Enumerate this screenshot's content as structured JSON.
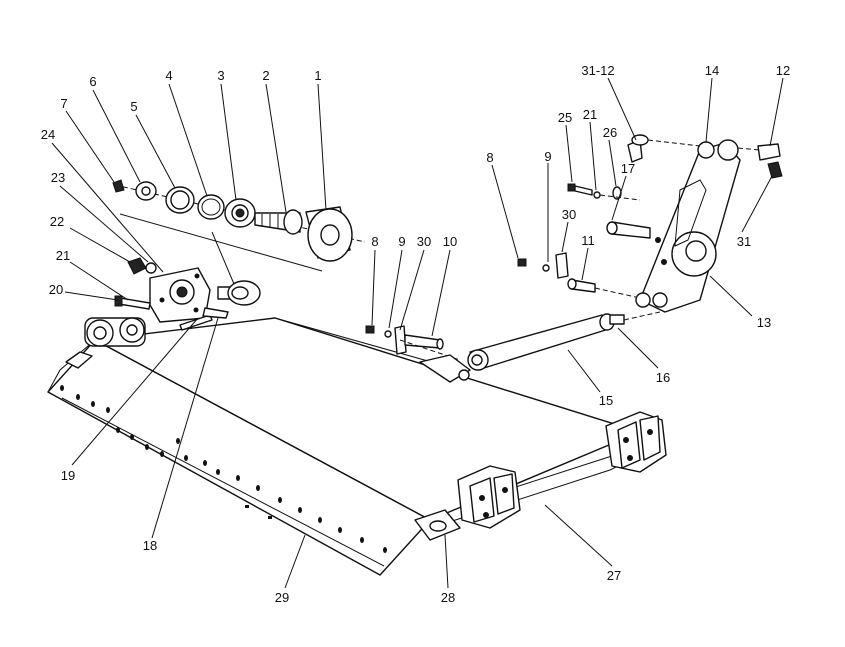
{
  "diagram": {
    "type": "exploded-parts-view",
    "callouts": [
      {
        "id": "c1",
        "text": "1"
      },
      {
        "id": "c2",
        "text": "2"
      },
      {
        "id": "c3",
        "text": "3"
      },
      {
        "id": "c4",
        "text": "4"
      },
      {
        "id": "c5",
        "text": "5"
      },
      {
        "id": "c6",
        "text": "6"
      },
      {
        "id": "c7",
        "text": "7"
      },
      {
        "id": "c24",
        "text": "24"
      },
      {
        "id": "c23",
        "text": "23"
      },
      {
        "id": "c22",
        "text": "22"
      },
      {
        "id": "c21a",
        "text": "21"
      },
      {
        "id": "c20",
        "text": "20"
      },
      {
        "id": "c8a",
        "text": "8"
      },
      {
        "id": "c9a",
        "text": "9"
      },
      {
        "id": "c30a",
        "text": "30"
      },
      {
        "id": "c10",
        "text": "10"
      },
      {
        "id": "c19",
        "text": "19"
      },
      {
        "id": "c18",
        "text": "18"
      },
      {
        "id": "c29",
        "text": "29"
      },
      {
        "id": "c28",
        "text": "28"
      },
      {
        "id": "c27",
        "text": "27"
      },
      {
        "id": "c15",
        "text": "15"
      },
      {
        "id": "c16",
        "text": "16"
      },
      {
        "id": "c8b",
        "text": "8"
      },
      {
        "id": "c9b",
        "text": "9"
      },
      {
        "id": "c25",
        "text": "25"
      },
      {
        "id": "c21b",
        "text": "21"
      },
      {
        "id": "c26",
        "text": "26"
      },
      {
        "id": "c30b",
        "text": "30"
      },
      {
        "id": "c11",
        "text": "11"
      },
      {
        "id": "c17",
        "text": "17"
      },
      {
        "id": "c3112",
        "text": "31-12"
      },
      {
        "id": "c14",
        "text": "14"
      },
      {
        "id": "c12",
        "text": "12"
      },
      {
        "id": "c13",
        "text": "13"
      },
      {
        "id": "c31",
        "text": "31"
      }
    ]
  }
}
